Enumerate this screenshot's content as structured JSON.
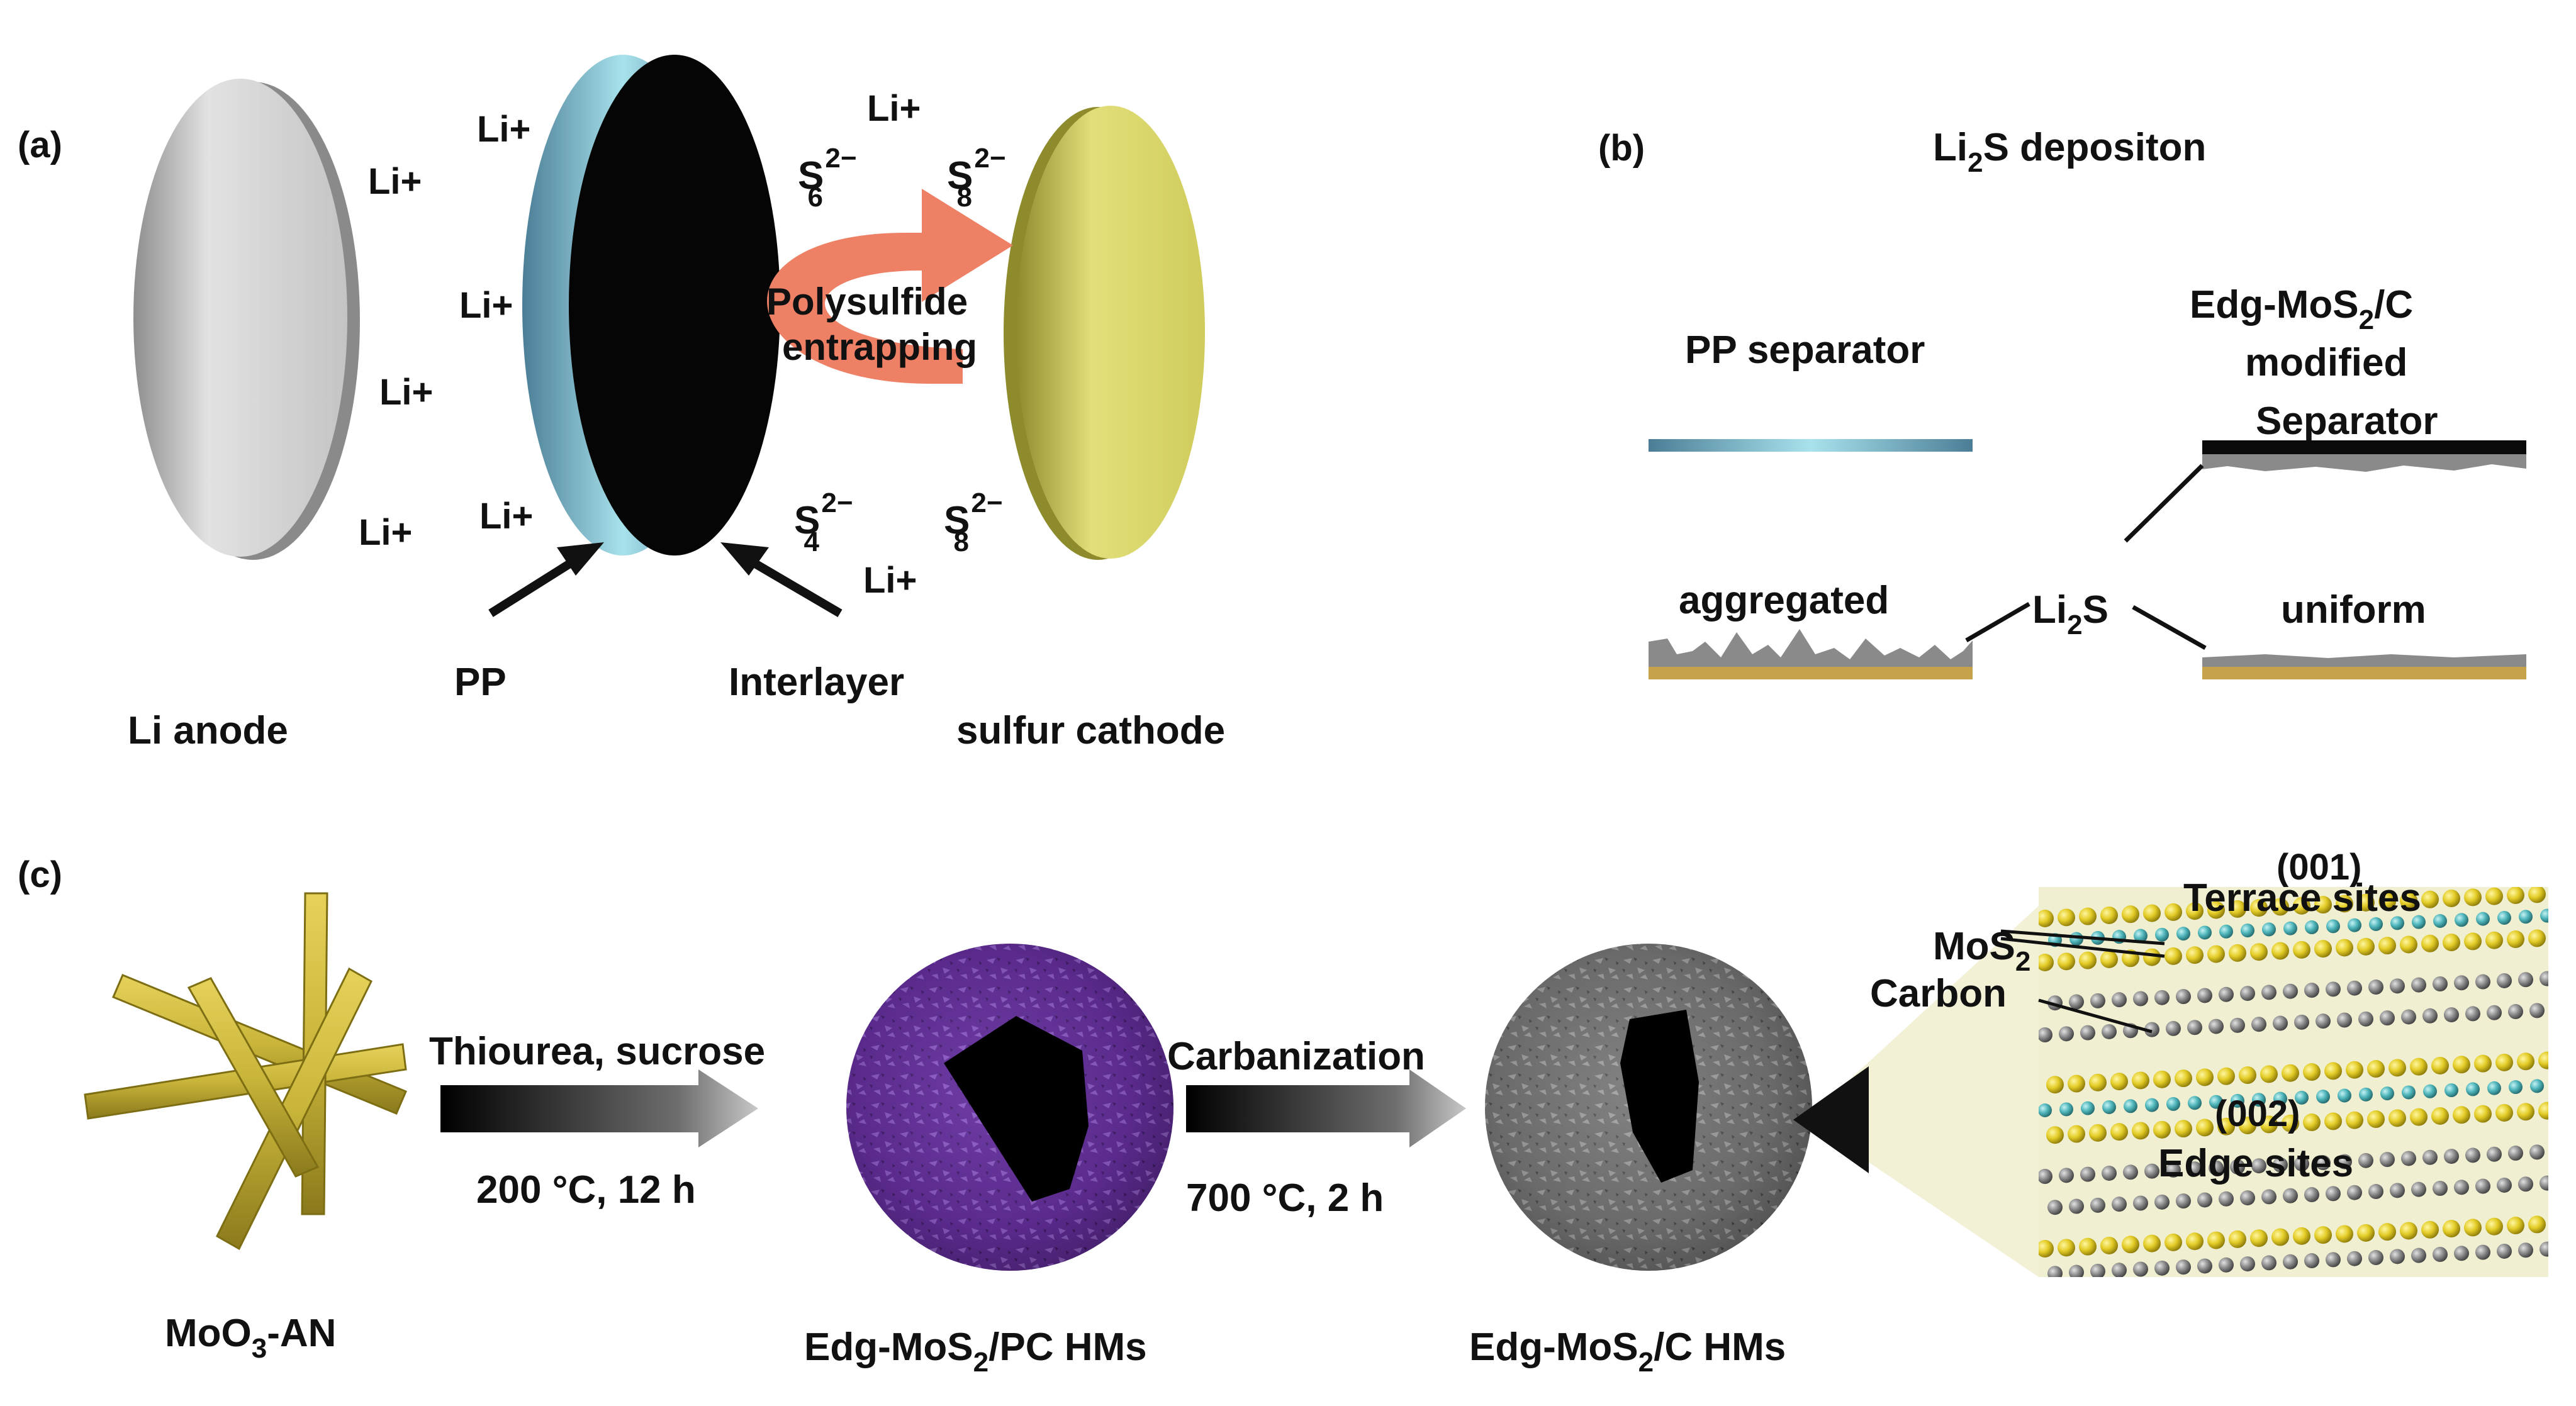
{
  "panel_a": {
    "label": "(a)",
    "li_ion": "Li+",
    "s6": {
      "base": "S",
      "sub": "6",
      "sup": "2−"
    },
    "s8": {
      "base": "S",
      "sub": "8",
      "sup": "2−"
    },
    "s4": {
      "base": "S",
      "sub": "4",
      "sup": "2−"
    },
    "polysulfide_line1": "Polysulfide",
    "polysulfide_line2": "entrapping",
    "pp": "PP",
    "interlayer": "Interlayer",
    "li_anode": "Li anode",
    "sulfur_cathode": "sulfur cathode"
  },
  "panel_b": {
    "label": "(b)",
    "title": {
      "pre": "Li",
      "sub": "2",
      "post": "S depositon"
    },
    "pp_separator": "PP separator",
    "edg_line1": {
      "pre": "Edg-MoS",
      "sub": "2",
      "post": "/C"
    },
    "edg_line2": "modified",
    "edg_line3": "Separator",
    "aggregated": "aggregated",
    "li2s": {
      "pre": "Li",
      "sub": "2",
      "post": "S"
    },
    "uniform": "uniform"
  },
  "panel_c": {
    "label": "(c)",
    "step1_top": "Thiourea, sucrose",
    "step1_bottom": "200  °C, 12 h",
    "step2_top": "Carbanization",
    "step2_bottom": "700  °C, 2 h",
    "moo3": {
      "pre": "MoO",
      "sub": "3",
      "post": "-AN"
    },
    "pc_hms": {
      "pre": "Edg-MoS",
      "sub": "2",
      "post": "/PC HMs"
    },
    "c_hms": {
      "pre": "Edg-MoS",
      "sub": "2",
      "post": "/C HMs"
    },
    "site_001": "(001)",
    "terrace_sites": "Terrace sites",
    "mos2": {
      "pre": "MoS",
      "sub": "2",
      "post": ""
    },
    "carbon": "Carbon",
    "site_002": "(002)",
    "edge_sites": "Edge sites"
  },
  "colors": {
    "li_anode": "#c9c9c9",
    "pp_film": "#8fd0dc",
    "interlayer": "#050505",
    "cathode": "#d6d46a",
    "arrow": "#ee8066",
    "gold_rod": "#c9b53a",
    "purple_sphere": "#5a2a8c",
    "gray_sphere": "#6a6a6a",
    "s_atom": "#e3cc27",
    "mo_atom": "#4fb6bb",
    "c_atom": "#8c8c8c",
    "li2s_deposit": "#8a8a8a",
    "substrate": "#c6a24a"
  }
}
